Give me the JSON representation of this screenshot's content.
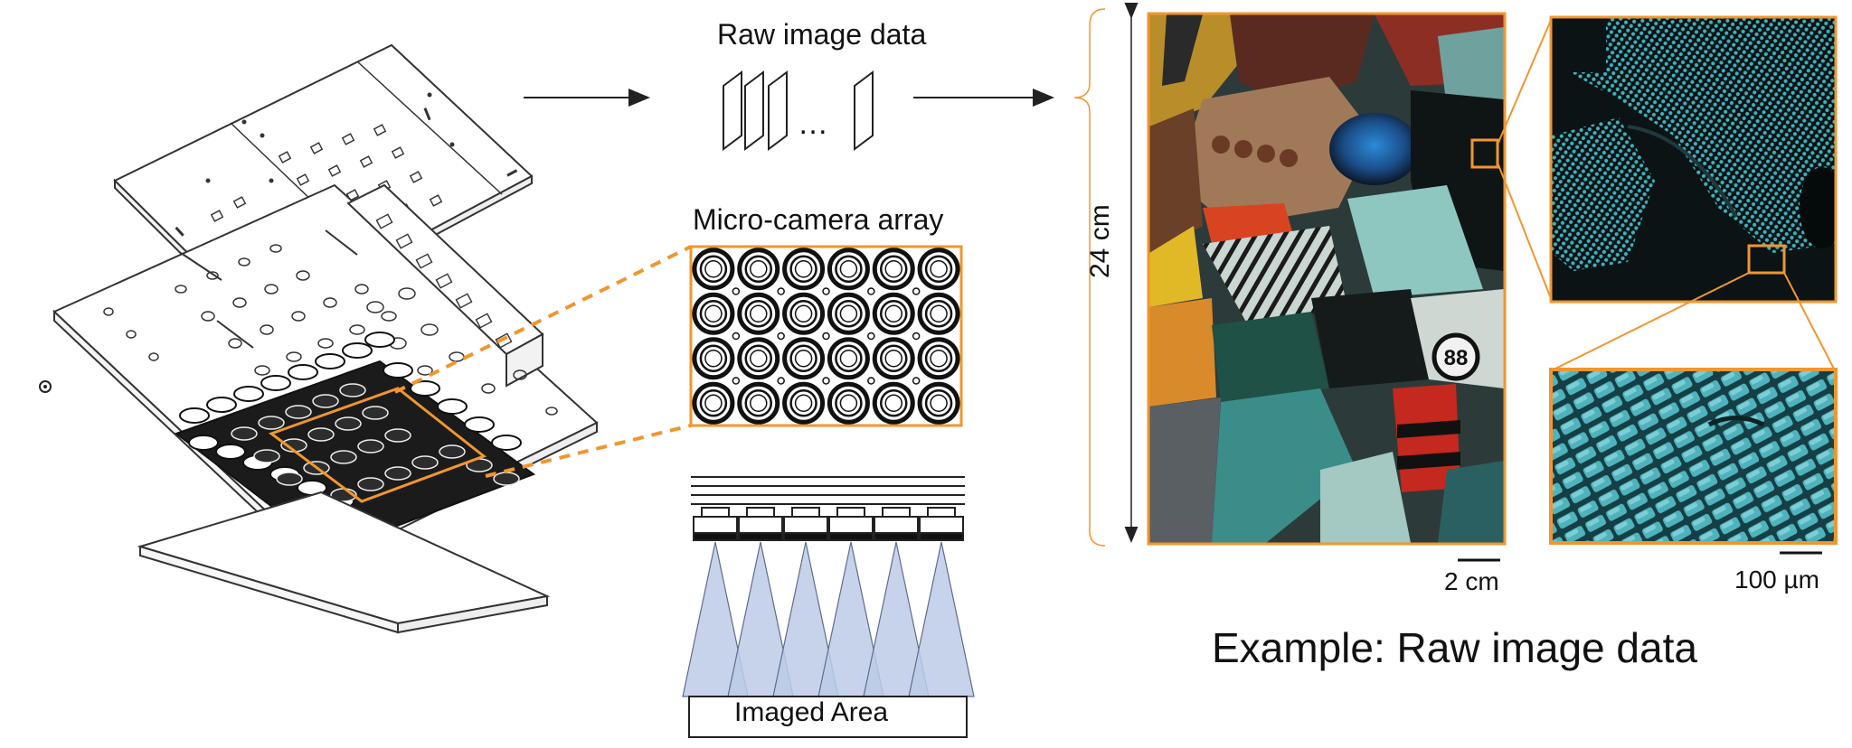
{
  "figure": {
    "raw_image_data_label": "Raw image data",
    "ellipsis": "…",
    "micro_camera_array_label": "Micro-camera array",
    "imaged_area_label": "Imaged Area",
    "height_label": "24 cm",
    "scale_bar_left": "2 cm",
    "scale_bar_right": "100 µm",
    "example_caption": "Example: Raw image data",
    "highlight_text": "88"
  },
  "colors": {
    "accent": "#f0962e",
    "cone_fill": "#bccbe6",
    "wing_cyan": "#43b7c4",
    "dark_bg": "#0d1516",
    "line": "#333333"
  },
  "icons": [
    "image-frame-icon",
    "camera-lens-icon",
    "target-marker-icon"
  ]
}
